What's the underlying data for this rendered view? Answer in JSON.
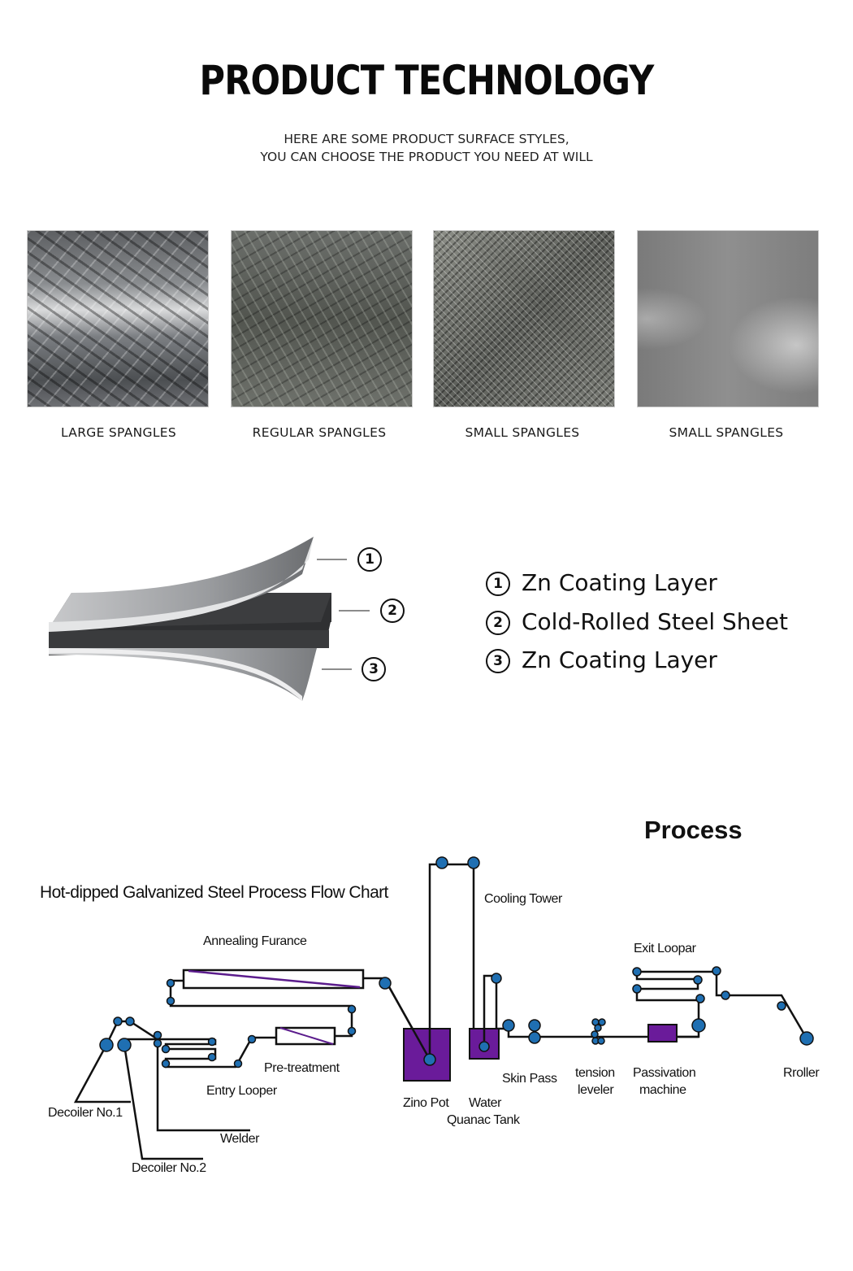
{
  "header": {
    "title": "PRODUCT TECHNOLOGY",
    "subtitle_line1": "HERE ARE SOME PRODUCT SURFACE STYLES,",
    "subtitle_line2": "YOU CAN CHOOSE THE PRODUCT YOU NEED AT WILL"
  },
  "surfaces": [
    {
      "label": "LARGE SPANGLES",
      "image": "large-spangle-texture"
    },
    {
      "label": "REGULAR SPANGLES",
      "image": "regular-spangle-texture"
    },
    {
      "label": "SMALL SPANGLES",
      "image": "small-spangle-texture"
    },
    {
      "label": "SMALL SPANGLES",
      "image": "zero-spangle-texture"
    }
  ],
  "layers": {
    "callouts": [
      "1",
      "2",
      "3"
    ],
    "legend": [
      {
        "num": "1",
        "label": "Zn Coating Layer"
      },
      {
        "num": "2",
        "label": "Cold-Rolled Steel Sheet"
      },
      {
        "num": "3",
        "label": "Zn Coating Layer"
      }
    ]
  },
  "process": {
    "heading": "Process",
    "chart_title": "Hot-dipped Galvanized Steel Process Flow Chart",
    "stations": {
      "decoiler1": "Decoiler  No.1",
      "decoiler2": "Decoiler  No.2",
      "welder": "Welder",
      "entry_looper": "Entry Looper",
      "pretreatment": "Pre-treatment",
      "annealing": "Annealing  Furance",
      "zinc_pot": "Zino Pot",
      "water_line1": "Water",
      "water_line2": "Quanac Tank",
      "cooling_tower": "Cooling Tower",
      "skin_pass": "Skin Pass",
      "tension_line1": "tension",
      "tension_line2": "leveler",
      "passivation_line1": "Passivation",
      "passivation_line2": "machine",
      "exit_looper": "Exit Loopar",
      "recoiler": "Rroller"
    },
    "colors": {
      "roller": "#1f6fb2",
      "tank": "#6a1b9a",
      "line": "#111111"
    }
  }
}
